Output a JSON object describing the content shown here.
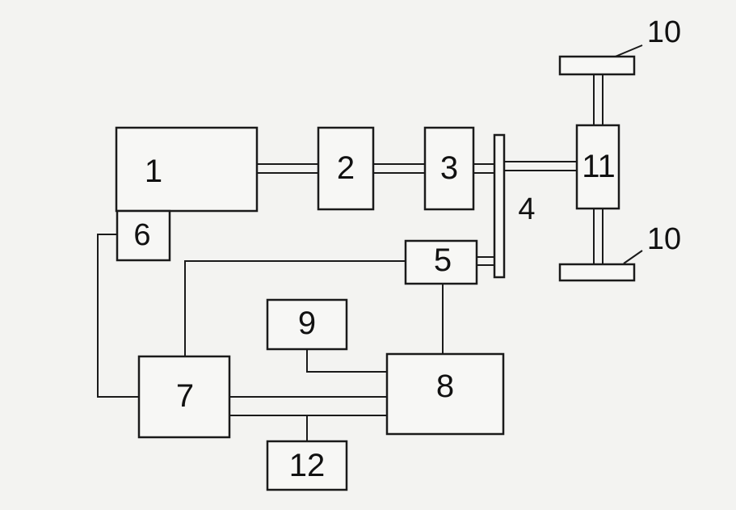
{
  "diagram": {
    "labels": {
      "b1": "1",
      "b2": "2",
      "b3": "3",
      "b4": "4",
      "b5": "5",
      "b6": "6",
      "b7": "7",
      "b8": "8",
      "b9": "9",
      "b10_top": "10",
      "b10_bottom": "10",
      "b11": "11",
      "b12": "12"
    }
  }
}
